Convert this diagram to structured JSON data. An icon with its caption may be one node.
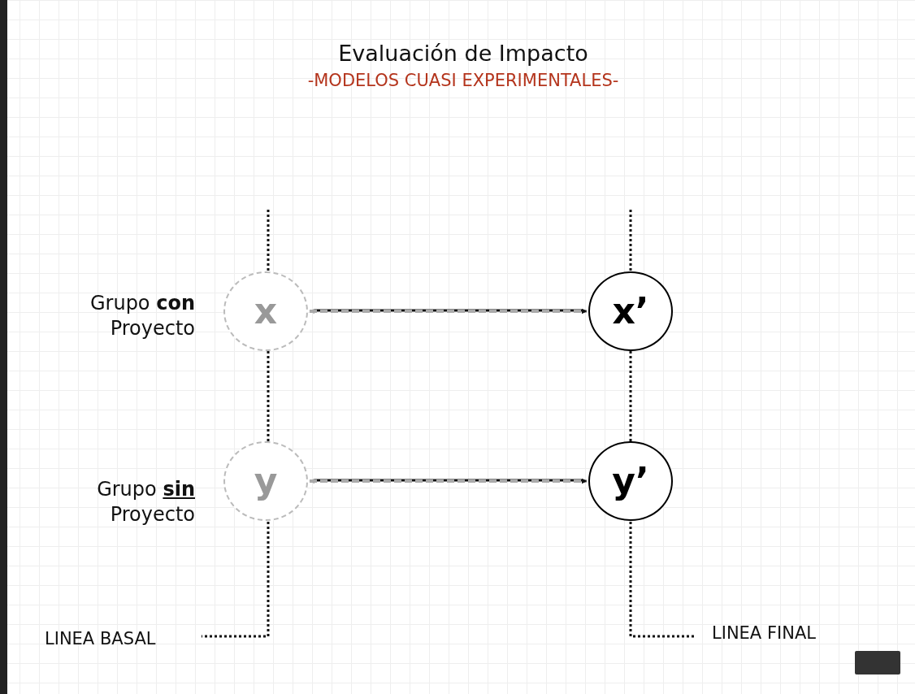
{
  "diagram": {
    "title": "Evaluación de Impacto",
    "nodes": [
      {
        "text": [
          "x"
        ]
      },
      {
        "text": [
          "x’"
        ]
      },
      {
        "text": [
          "y"
        ]
      },
      {
        "text": [
          "y’"
        ]
      }
    ],
    "edges": [
      {
        "from": 0,
        "to": 1,
        "arrow": "both",
        "style": "dashed"
      },
      {
        "from": 2,
        "to": 3,
        "arrow": "both",
        "style": "dashed"
      }
    ],
    "labels": [
      "-MODELOS CUASI EXPERIMENTALES-",
      "Grupo **con** Proyecto",
      "Grupo **sin** Proyecto",
      "LINEA BASAL",
      "LINEA FINAL"
    ]
  }
}
